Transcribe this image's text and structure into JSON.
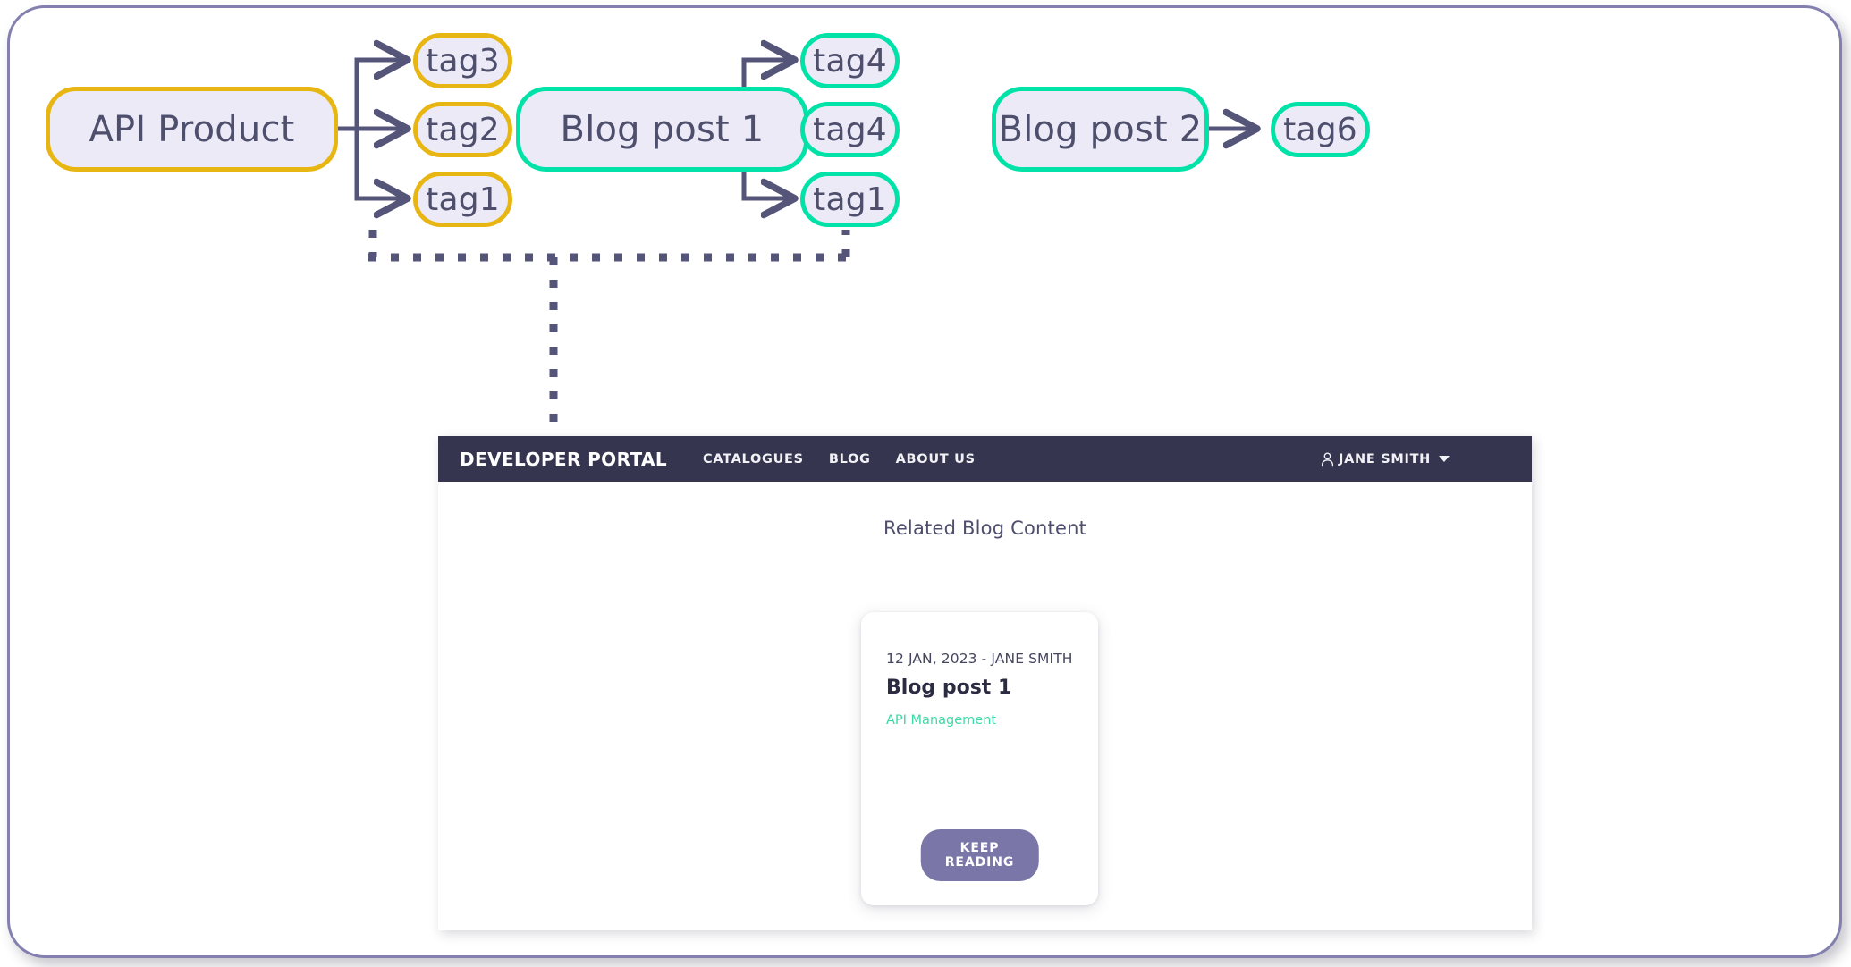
{
  "diagram": {
    "groups": [
      {
        "source": {
          "label": "API Product",
          "color": "#E8B612"
        },
        "tags": [
          {
            "label": "tag3",
            "color": "#E8B612"
          },
          {
            "label": "tag2",
            "color": "#E8B612"
          },
          {
            "label": "tag1",
            "color": "#E8B612"
          }
        ]
      },
      {
        "source": {
          "label": "Blog post 1",
          "color": "#00E2A8"
        },
        "tags": [
          {
            "label": "tag4",
            "color": "#00E2A8"
          },
          {
            "label": "tag4",
            "color": "#00E2A8"
          },
          {
            "label": "tag1",
            "color": "#00E2A8"
          }
        ]
      },
      {
        "source": {
          "label": "Blog post 2",
          "color": "#00E2A8"
        },
        "tags": [
          {
            "label": "tag6",
            "color": "#00E2A8"
          }
        ]
      }
    ],
    "connector_color": "#55557A",
    "node_fill": "#ECEAF7",
    "node_text_color": "#4E4E6D"
  },
  "portal": {
    "brand": "DEVELOPER PORTAL",
    "nav": [
      {
        "label": "CATALOGUES"
      },
      {
        "label": "BLOG"
      },
      {
        "label": "ABOUT US"
      }
    ],
    "user": {
      "name": "JANE SMITH",
      "icon": "person-icon",
      "caret": "chevron-down-icon"
    },
    "header_color": "#353550",
    "body": {
      "section_title": "Related Blog Content",
      "card": {
        "meta": "12 JAN, 2023 - JANE SMITH",
        "title": "Blog post 1",
        "tag": "API Management",
        "tag_color": "#3FD9A4",
        "button": "KEEP READING",
        "button_color": "#7A77A8"
      }
    }
  }
}
